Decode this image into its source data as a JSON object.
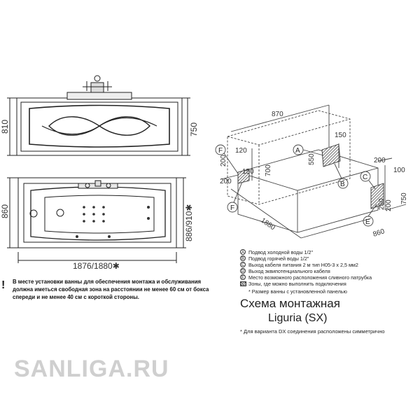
{
  "top_view": {
    "width_dim": "1876/1880✱",
    "depth_dim_left": "860",
    "depth_dim_right": "886/910✱"
  },
  "front_view": {
    "height_dim_left": "810",
    "height_dim_right": "750"
  },
  "iso_view": {
    "dims": {
      "d870": "870",
      "d150": "150",
      "d550": "550",
      "d120": "120",
      "d200a": "200",
      "d150b": "150",
      "d200b": "200",
      "d700": "700",
      "d1880": "1880",
      "d200c": "200",
      "d100": "100",
      "d250": "250",
      "d200d": "200",
      "d750": "750",
      "d860": "860"
    },
    "labels": {
      "A": "A",
      "B": "B",
      "C": "C",
      "E": "E",
      "F1": "F",
      "F2": "F"
    }
  },
  "legend": [
    {
      "sym": "A",
      "text": "Подвод холодной воды 1/2\""
    },
    {
      "sym": "B",
      "text": "Подвод горячей воды 1/2\""
    },
    {
      "sym": "C",
      "text": "Выход кабеля питания  2 м тип H05-3 x 2,5 мм2"
    },
    {
      "sym": "D",
      "text": "Выход эквипотенциального кабеля"
    },
    {
      "sym": "E",
      "text": "Место возможного расположения сливного патрубка"
    },
    {
      "sym": "",
      "text": "Зоны, где можно выполнить  подключения"
    }
  ],
  "title": "Схема монтажная",
  "model": "Liguria (SX)",
  "footnote_dx": "* Для варианта DX соединения расположены симметрично",
  "footnote_size": "* Размер ванны с установленной панелью",
  "note_icon": "!",
  "note": "В месте установки ванны для обеспечения монтажа и обслуживания должна иметься свободная зона на расстоянии не менее 60 см от бокса спереди и не менее 40 см с короткой стороны.",
  "watermark": "SANLIGA.RU"
}
